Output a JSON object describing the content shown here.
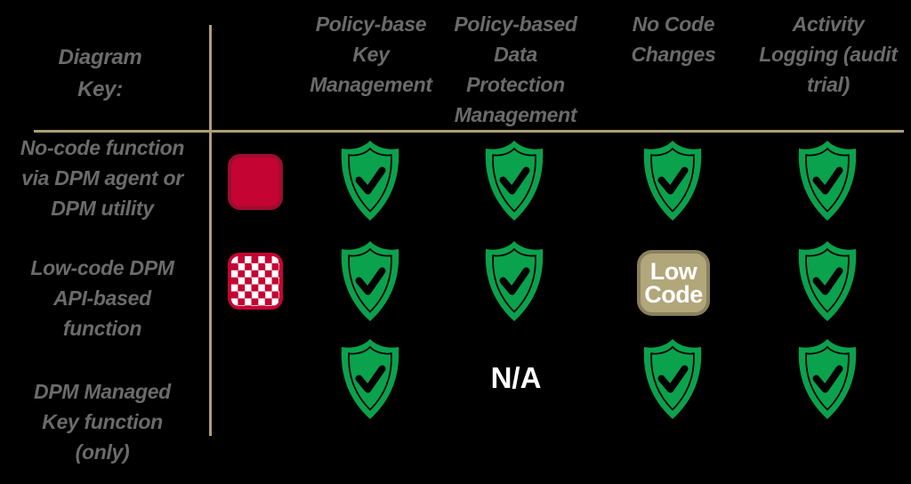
{
  "colors": {
    "background": "#000000",
    "grid_line": "#ac9e77",
    "diagram_text": "#6b6b6b",
    "shield_green": "#0aa24d",
    "key_red": "#c40433",
    "key_red_border": "#9e0d2d",
    "badge_fill": "#b2a67b",
    "badge_border": "#89805c",
    "badge_text": "#ffffff",
    "na_text": "#ffffff"
  },
  "key": {
    "title_lines": [
      "Diagram",
      "Key:"
    ]
  },
  "columns": [
    {
      "id": "policy-base-key-management",
      "lines": [
        "Policy-base",
        "Key",
        "Management"
      ]
    },
    {
      "id": "policy-based-data-protection-management",
      "lines": [
        "Policy-based",
        "Data",
        "Protection",
        "Management"
      ]
    },
    {
      "id": "no-code-changes",
      "lines": [
        "No Code",
        "Changes"
      ]
    },
    {
      "id": "activity-logging-audit-trial",
      "lines": [
        "Activity",
        "Logging (audit",
        "trial)"
      ]
    }
  ],
  "rows": [
    {
      "label_lines": [
        "No-code function",
        "via DPM agent or",
        "DPM utility"
      ],
      "key_icon": "solid-red-square",
      "cells": [
        "shield-check",
        "shield-check",
        "shield-check",
        "shield-check"
      ]
    },
    {
      "label_lines": [
        "Low-code DPM",
        "API-based",
        "function"
      ],
      "key_icon": "red-white-checkered-square",
      "cells": [
        "shield-check",
        "shield-check",
        "low-code-badge",
        "shield-check"
      ]
    },
    {
      "label_lines": [
        "DPM Managed",
        "Key function",
        "(only)"
      ],
      "key_icon": "none",
      "cells": [
        "shield-check",
        "not-applicable",
        "shield-check",
        "shield-check"
      ]
    }
  ],
  "badge": {
    "lines": [
      "Low",
      "Code"
    ]
  },
  "na_label": "N/A"
}
